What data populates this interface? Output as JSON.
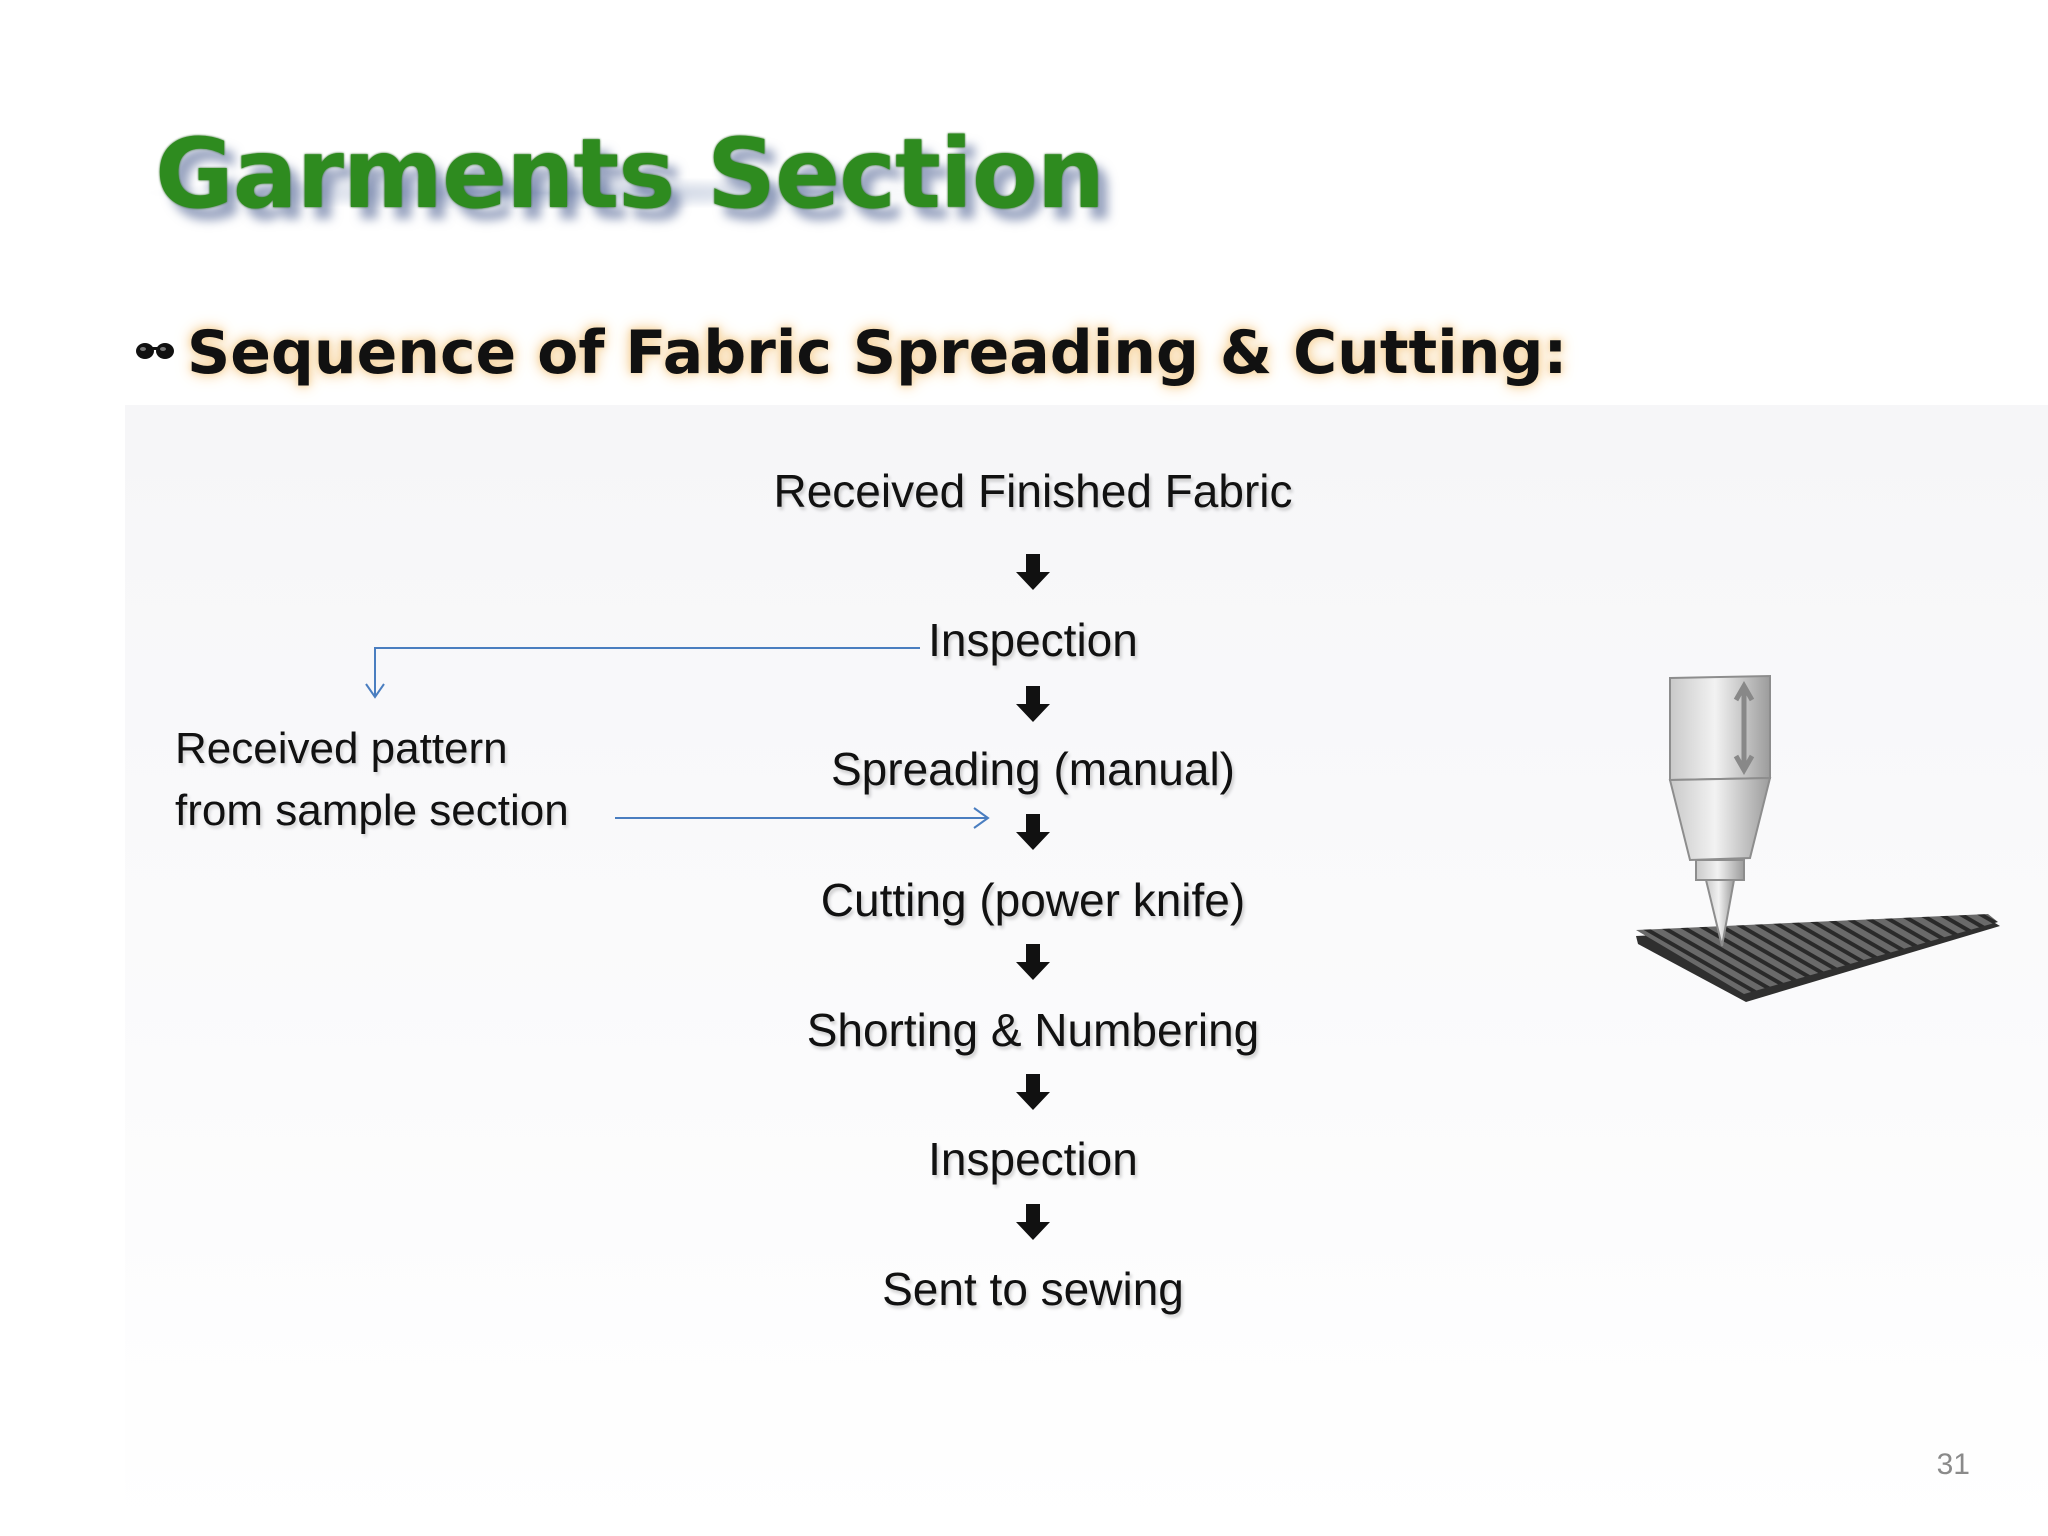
{
  "slide": {
    "title": "Garments Section",
    "subtitle": "Sequence of Fabric Spreading & Cutting:",
    "page_number": "31"
  },
  "flow": {
    "steps": [
      "Received Finished Fabric",
      "Inspection",
      "Spreading (manual)",
      "Cutting (power knife)",
      "Shorting & Numbering",
      "Inspection",
      "Sent to sewing"
    ],
    "side_note": {
      "line1": "Received pattern",
      "line2": "from sample section"
    }
  },
  "colors": {
    "title_green": "#2e8b1f",
    "connector_blue": "#4a7ec0",
    "arrow_black": "#111111"
  },
  "icons": {
    "bullet": "spectacles-icon",
    "flow_arrow": "down-arrow-icon",
    "illustration": "cutting-knife-illustration"
  }
}
